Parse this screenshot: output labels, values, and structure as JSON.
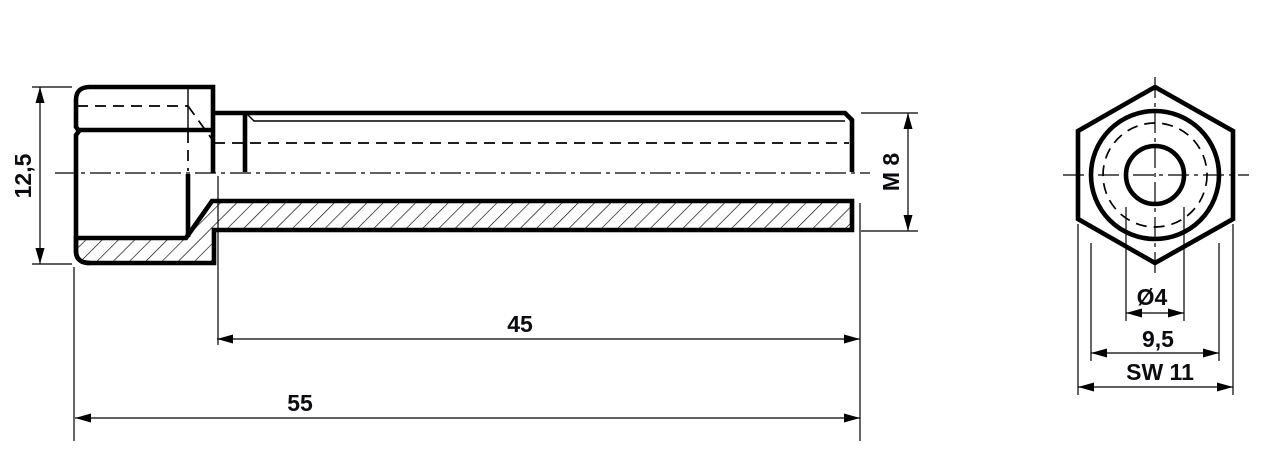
{
  "drawing": {
    "kind": "technical-drawing",
    "views": {
      "side_view": "half-section side view of hollow hex-head screw",
      "end_view": "hex end view with concentric circles"
    }
  },
  "dimensions": {
    "head_height": "12,5",
    "thread_length": "45",
    "total_length": "55",
    "thread_size": "M 8",
    "hole_diameter": "Ø4",
    "counterbore_diameter": "9,5",
    "wrench_size": "SW 11"
  },
  "colors": {
    "ink": "#000000",
    "background": "#ffffff",
    "dimension_text": "#0b0b10"
  }
}
